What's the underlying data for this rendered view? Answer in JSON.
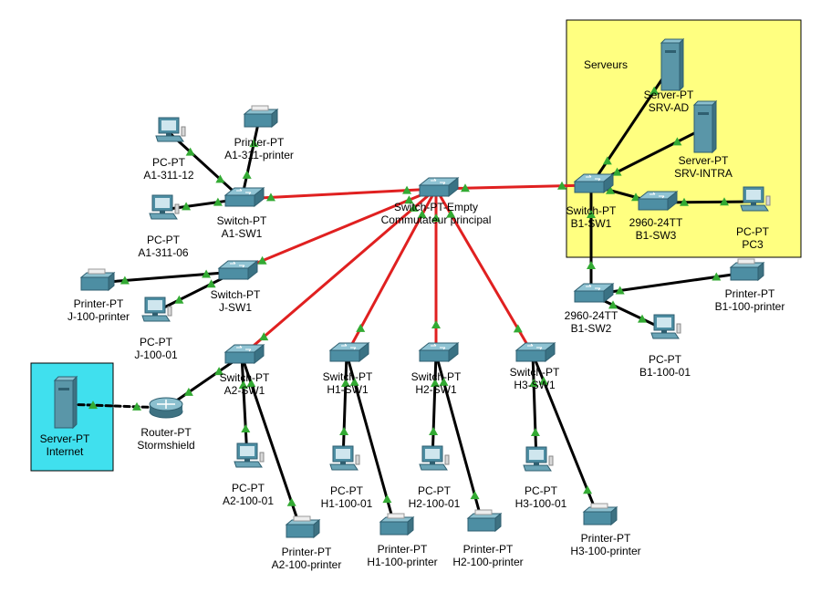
{
  "colors": {
    "trunk": "#e02020",
    "access": "#000000",
    "area_servers": "#ffff80",
    "area_internet": "#40e0ee",
    "status_up": "#33aa33"
  },
  "areas": [
    {
      "id": "servers",
      "label": "Serveurs"
    },
    {
      "id": "internet",
      "label": ""
    }
  ],
  "devices": [
    {
      "id": "core",
      "type": "switch",
      "model": "Switch-PT-Empty",
      "name": "Commutateur principal"
    },
    {
      "id": "a1sw1",
      "type": "switch",
      "model": "Switch-PT",
      "name": "A1-SW1"
    },
    {
      "id": "jsw1",
      "type": "switch",
      "model": "Switch-PT",
      "name": "J-SW1"
    },
    {
      "id": "a2sw1",
      "type": "switch",
      "model": "Switch-PT",
      "name": "A2-SW1"
    },
    {
      "id": "h1sw1",
      "type": "switch",
      "model": "Switch-PT",
      "name": "H1-SW1"
    },
    {
      "id": "h2sw1",
      "type": "switch",
      "model": "Switch-PT",
      "name": "H2-SW1"
    },
    {
      "id": "h3sw1",
      "type": "switch",
      "model": "Switch-PT",
      "name": "H3-SW1"
    },
    {
      "id": "b1sw1",
      "type": "switch",
      "model": "Switch-PT",
      "name": "B1-SW1"
    },
    {
      "id": "b1sw3",
      "type": "switch",
      "model": "2960-24TT",
      "name": "B1-SW3"
    },
    {
      "id": "b1sw2",
      "type": "switch",
      "model": "2960-24TT",
      "name": "B1-SW2"
    },
    {
      "id": "srvad",
      "type": "server",
      "model": "Server-PT",
      "name": "SRV-AD"
    },
    {
      "id": "srvintra",
      "type": "server",
      "model": "Server-PT",
      "name": "SRV-INTRA"
    },
    {
      "id": "srvinternet",
      "type": "server",
      "model": "Server-PT",
      "name": "Internet"
    },
    {
      "id": "router",
      "type": "router",
      "model": "Router-PT",
      "name": "Stormshield"
    },
    {
      "id": "pc3",
      "type": "pc",
      "model": "PC-PT",
      "name": "PC3"
    },
    {
      "id": "b1pc",
      "type": "pc",
      "model": "PC-PT",
      "name": "B1-100-01"
    },
    {
      "id": "b1pr",
      "type": "printer",
      "model": "Printer-PT",
      "name": "B1-100-printer"
    },
    {
      "id": "a1pc12",
      "type": "pc",
      "model": "PC-PT",
      "name": "A1-311-12"
    },
    {
      "id": "a1pc06",
      "type": "pc",
      "model": "PC-PT",
      "name": "A1-311-06"
    },
    {
      "id": "a1pr",
      "type": "printer",
      "model": "Printer-PT",
      "name": "A1-311-printer"
    },
    {
      "id": "jpr",
      "type": "printer",
      "model": "Printer-PT",
      "name": "J-100-printer"
    },
    {
      "id": "jpc",
      "type": "pc",
      "model": "PC-PT",
      "name": "J-100-01"
    },
    {
      "id": "a2pc",
      "type": "pc",
      "model": "PC-PT",
      "name": "A2-100-01"
    },
    {
      "id": "a2pr",
      "type": "printer",
      "model": "Printer-PT",
      "name": "A2-100-printer"
    },
    {
      "id": "h1pc",
      "type": "pc",
      "model": "PC-PT",
      "name": "H1-100-01"
    },
    {
      "id": "h1pr",
      "type": "printer",
      "model": "Printer-PT",
      "name": "H1-100-printer"
    },
    {
      "id": "h2pc",
      "type": "pc",
      "model": "PC-PT",
      "name": "H2-100-01"
    },
    {
      "id": "h2pr",
      "type": "printer",
      "model": "Printer-PT",
      "name": "H2-100-printer"
    },
    {
      "id": "h3pc",
      "type": "pc",
      "model": "PC-PT",
      "name": "H3-100-01"
    },
    {
      "id": "h3pr",
      "type": "printer",
      "model": "Printer-PT",
      "name": "H3-100-printer"
    }
  ],
  "links": [
    {
      "from": "core",
      "to": "a1sw1",
      "kind": "trunk"
    },
    {
      "from": "core",
      "to": "b1sw1",
      "kind": "trunk"
    },
    {
      "from": "core",
      "to": "jsw1",
      "kind": "trunk"
    },
    {
      "from": "core",
      "to": "a2sw1",
      "kind": "trunk"
    },
    {
      "from": "core",
      "to": "h1sw1",
      "kind": "trunk"
    },
    {
      "from": "core",
      "to": "h2sw1",
      "kind": "trunk"
    },
    {
      "from": "core",
      "to": "h3sw1",
      "kind": "trunk"
    },
    {
      "from": "b1sw1",
      "to": "srvad",
      "kind": "access"
    },
    {
      "from": "b1sw1",
      "to": "srvintra",
      "kind": "access"
    },
    {
      "from": "b1sw1",
      "to": "b1sw3",
      "kind": "access"
    },
    {
      "from": "b1sw3",
      "to": "pc3",
      "kind": "access"
    },
    {
      "from": "b1sw1",
      "to": "b1sw2",
      "kind": "access"
    },
    {
      "from": "b1sw2",
      "to": "b1pr",
      "kind": "access"
    },
    {
      "from": "b1sw2",
      "to": "b1pc",
      "kind": "access"
    },
    {
      "from": "a1sw1",
      "to": "a1pc12",
      "kind": "access"
    },
    {
      "from": "a1sw1",
      "to": "a1pc06",
      "kind": "access"
    },
    {
      "from": "a1sw1",
      "to": "a1pr",
      "kind": "access"
    },
    {
      "from": "jsw1",
      "to": "jpr",
      "kind": "access"
    },
    {
      "from": "jsw1",
      "to": "jpc",
      "kind": "access"
    },
    {
      "from": "a2sw1",
      "to": "router",
      "kind": "access"
    },
    {
      "from": "router",
      "to": "srvinternet",
      "kind": "dashed"
    },
    {
      "from": "a2sw1",
      "to": "a2pc",
      "kind": "access"
    },
    {
      "from": "a2sw1",
      "to": "a2pr",
      "kind": "access"
    },
    {
      "from": "h1sw1",
      "to": "h1pc",
      "kind": "access"
    },
    {
      "from": "h1sw1",
      "to": "h1pr",
      "kind": "access"
    },
    {
      "from": "h2sw1",
      "to": "h2pc",
      "kind": "access"
    },
    {
      "from": "h2sw1",
      "to": "h2pr",
      "kind": "access"
    },
    {
      "from": "h3sw1",
      "to": "h3pc",
      "kind": "access"
    },
    {
      "from": "h3sw1",
      "to": "h3pr",
      "kind": "access"
    }
  ]
}
